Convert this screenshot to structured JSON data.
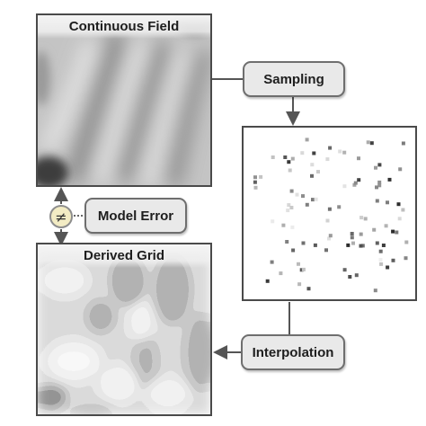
{
  "panels": {
    "continuous": {
      "title": "Continuous Field"
    },
    "derived": {
      "title": "Derived Grid"
    }
  },
  "steps": {
    "sampling": "Sampling",
    "interpolation": "Interpolation",
    "model_error": "Model Error"
  },
  "symbols": {
    "not_equal": "≠"
  },
  "colors": {
    "border": "#4a4a4a",
    "pill_fill": "#e9e9e9",
    "pill_border": "#6e6e6e",
    "neq_fill": "#f3ecc4",
    "arrow": "#555555"
  }
}
